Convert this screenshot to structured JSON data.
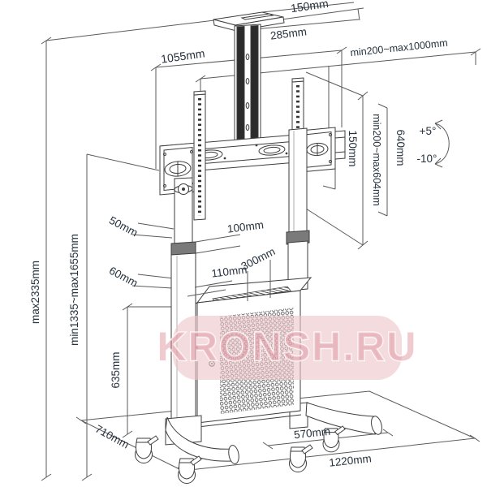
{
  "watermark": {
    "text": "KRONSH.RU",
    "band_color": "rgba(238,197,201,0.62)",
    "text_color": "rgba(219,140,150,0.45)"
  },
  "angles": {
    "up": "+5°",
    "down": "-10°"
  },
  "dims": {
    "top_width_150": "150mm",
    "top_depth_285": "285mm",
    "bar_length_1055": "1055mm",
    "vesa_width_range": "min200~max1000mm",
    "vesa_height_range": "min200~max604mm",
    "bracket_640": "640mm",
    "bracket_150": "150mm",
    "step_50": "50mm",
    "clamp_100": "100mm",
    "step_60": "60mm",
    "offset_110": "110mm",
    "top_vent_300": "300mm",
    "overall_height": "max2335mm",
    "center_height_range": "min1335~max1655mm",
    "cabinet_height_635": "635mm",
    "base_depth_710": "710mm",
    "inner_width_570": "570mm",
    "base_width_1220": "1220mm"
  },
  "colors": {
    "structure_line": "#3d3d3d",
    "dimension_line": "#5a5a5a",
    "dimension_text": "#26323e"
  }
}
